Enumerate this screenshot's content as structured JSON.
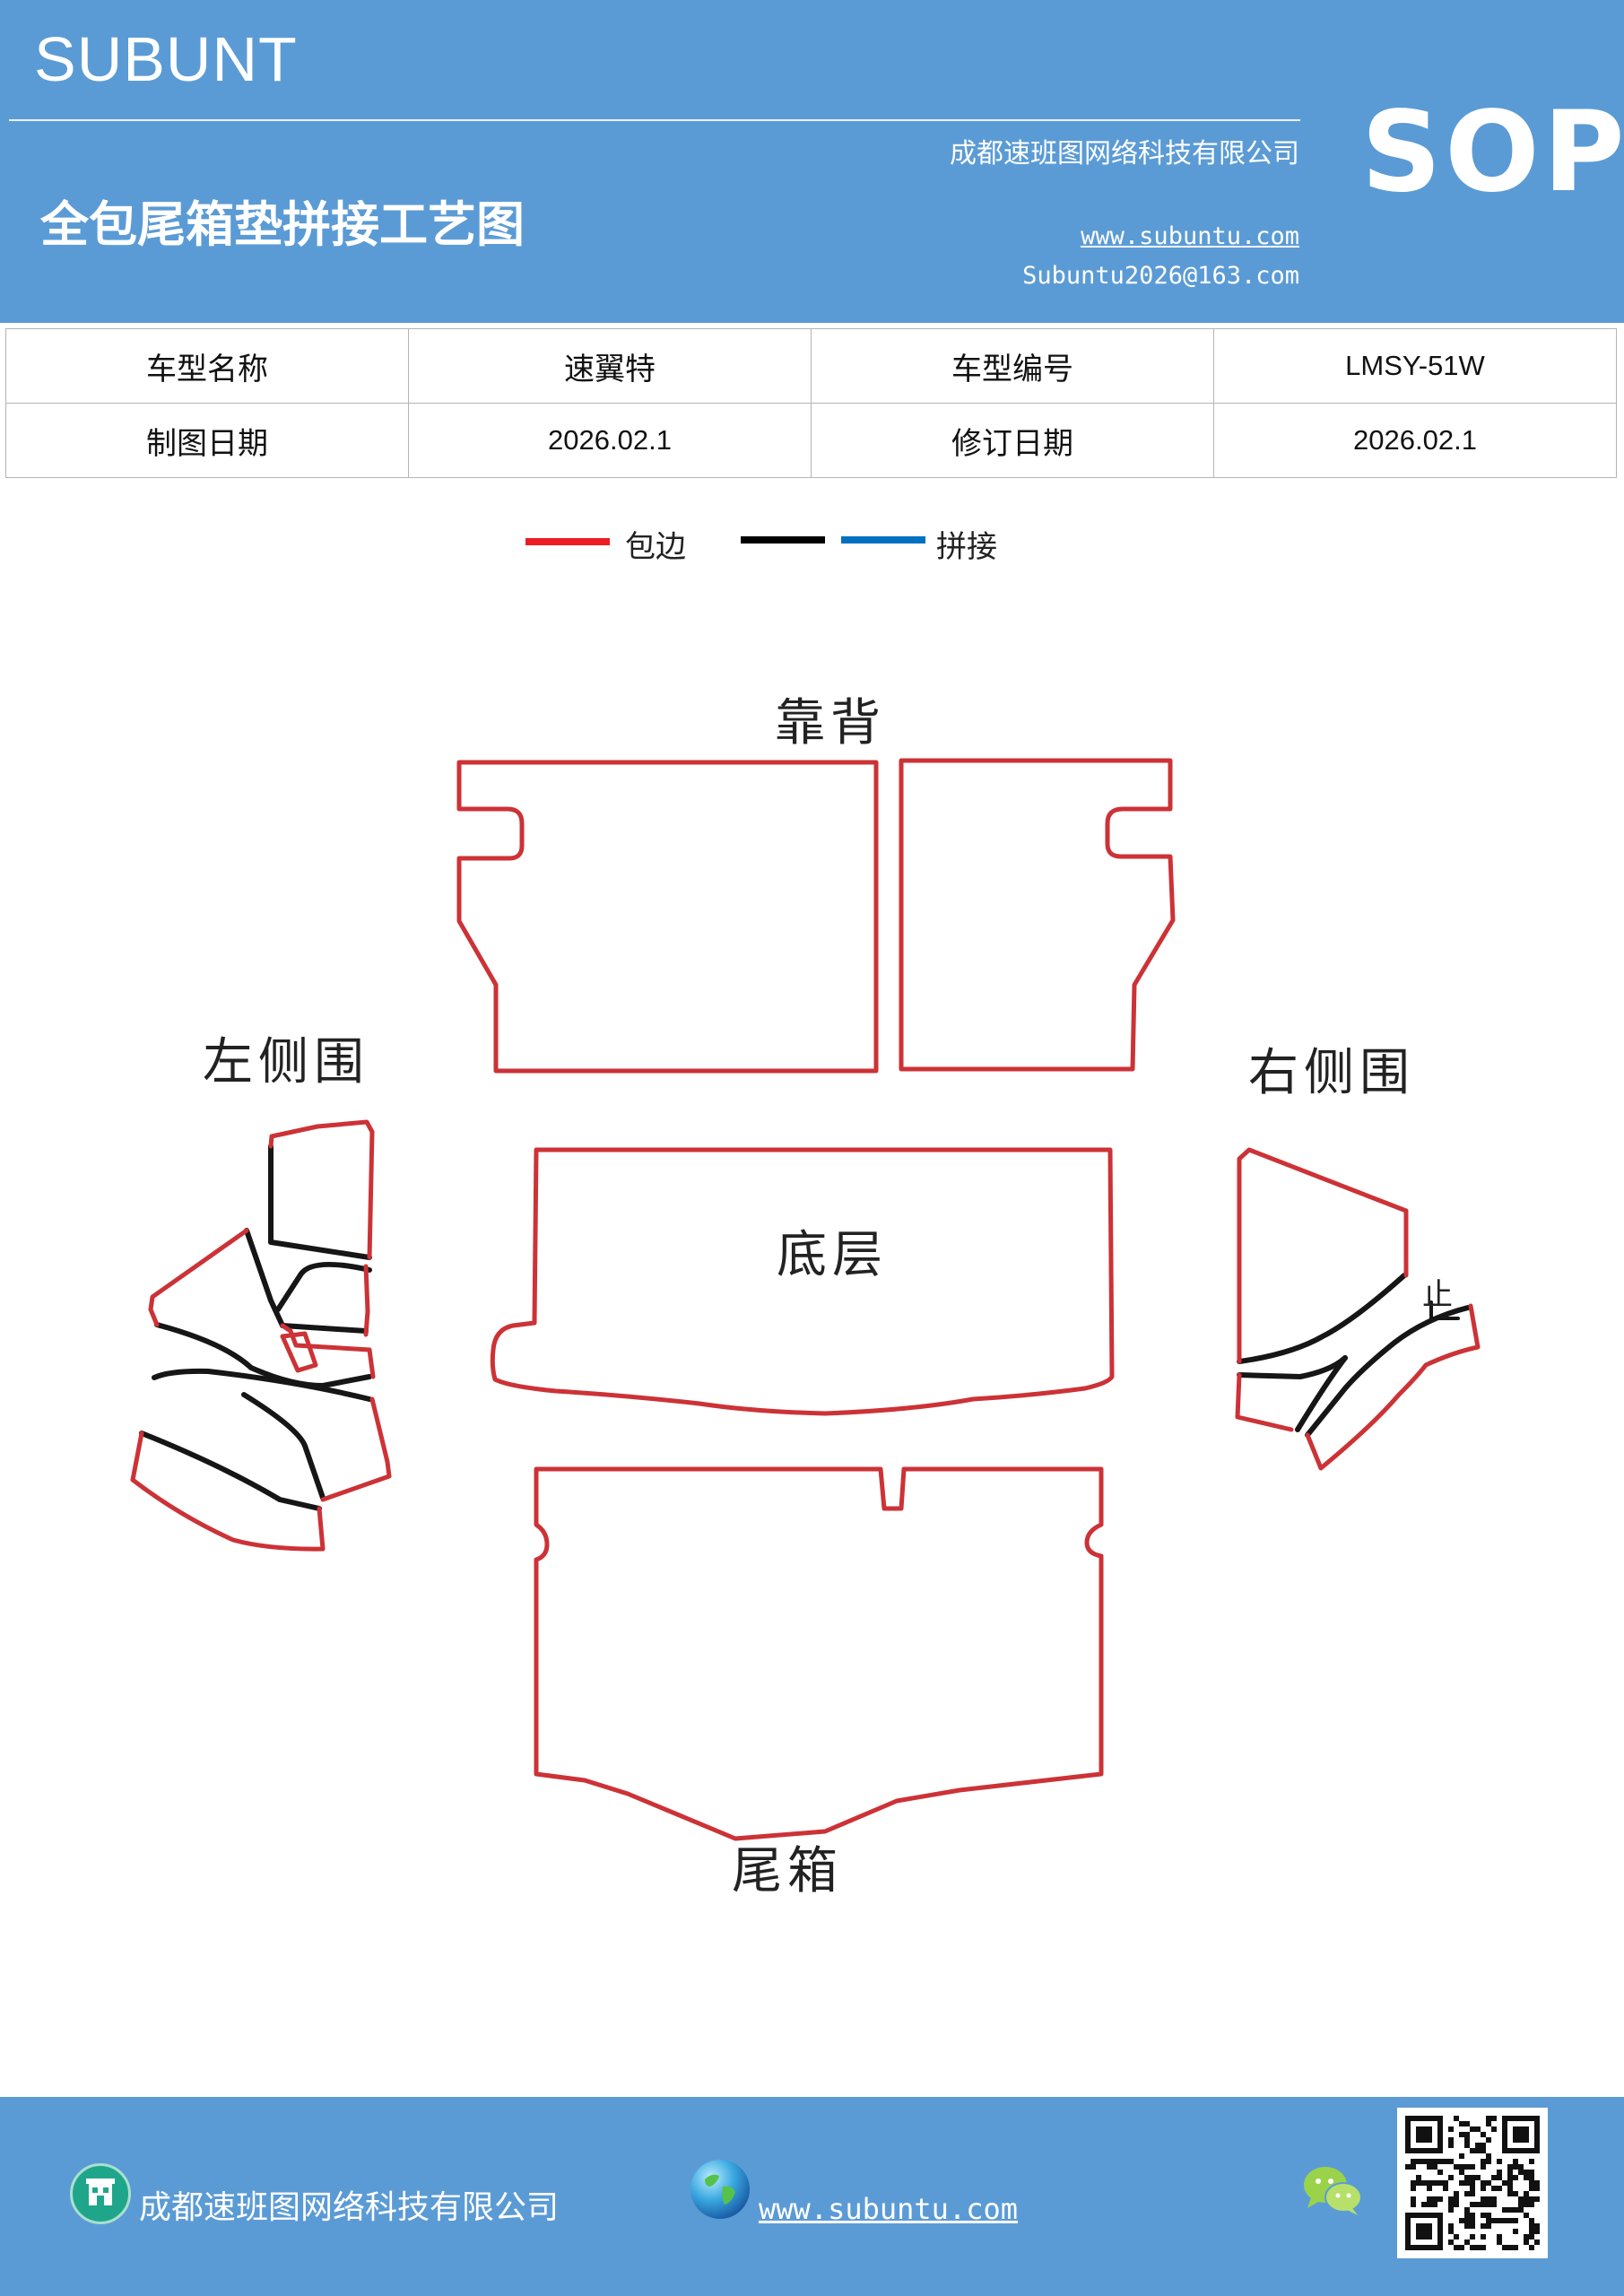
{
  "header": {
    "brand": "SUBUNT",
    "company": "成都速班图网络科技有限公司",
    "title": "全包尾箱垫拼接工艺图",
    "website": "www.subuntu.com",
    "email": "Subuntu2026@163.com",
    "badge": "SOP"
  },
  "info_table": {
    "model_name_label": "车型名称",
    "model_name_value": "速翼特",
    "model_code_label": "车型编号",
    "model_code_value": "LMSY-51W",
    "draw_date_label": "制图日期",
    "draw_date_value": "2026.02.1",
    "revise_date_label": "修订日期",
    "revise_date_value": "2026.02.1"
  },
  "legend": {
    "edge_label": "包边",
    "join_label": "拼接",
    "edge_color": "#ee1c25",
    "black_color": "#000000",
    "join_color": "#0070c0"
  },
  "pieces": {
    "backrest": "靠背",
    "left_side": "左侧围",
    "right_side": "右侧围",
    "floor": "底层",
    "trunk": "尾箱",
    "stop_mark": "止"
  },
  "colors": {
    "header_blue": "#5b9bd5",
    "outline_red": "#cc3236",
    "seam_black": "#161616"
  },
  "footer": {
    "company": "成都速班图网络科技有限公司",
    "website": "www.subuntu.com",
    "icons": [
      "company-icon",
      "globe-icon",
      "wechat-icon",
      "qr-code"
    ]
  }
}
